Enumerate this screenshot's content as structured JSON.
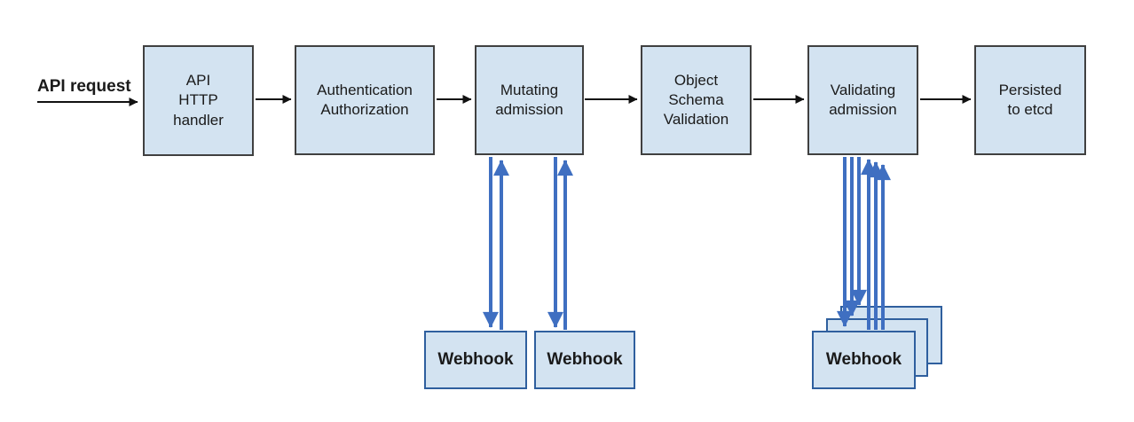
{
  "diagram": {
    "api_request_label": "API request",
    "nodes": [
      {
        "id": "api-http-handler",
        "label": "API\nHTTP\nhandler"
      },
      {
        "id": "authentication-authorization",
        "label": "Authentication\nAuthorization"
      },
      {
        "id": "mutating-admission",
        "label": "Mutating\nadmission"
      },
      {
        "id": "object-schema-validation",
        "label": "Object\nSchema\nValidation"
      },
      {
        "id": "validating-admission",
        "label": "Validating\nadmission"
      },
      {
        "id": "persisted-to-etcd",
        "label": "Persisted\nto etcd"
      }
    ],
    "webhooks": {
      "mutating": [
        {
          "label": "Webhook"
        },
        {
          "label": "Webhook"
        }
      ],
      "validating": {
        "front_label": "Webhook",
        "stack_count": 3
      }
    },
    "colors": {
      "box_fill": "#d3e3f1",
      "box_border": "#404040",
      "webhook_border": "#2f5f9e",
      "arrow_black": "#111111",
      "arrow_blue": "#3f6fc1",
      "text": "#1a1a1a",
      "background": "#ffffff"
    }
  }
}
